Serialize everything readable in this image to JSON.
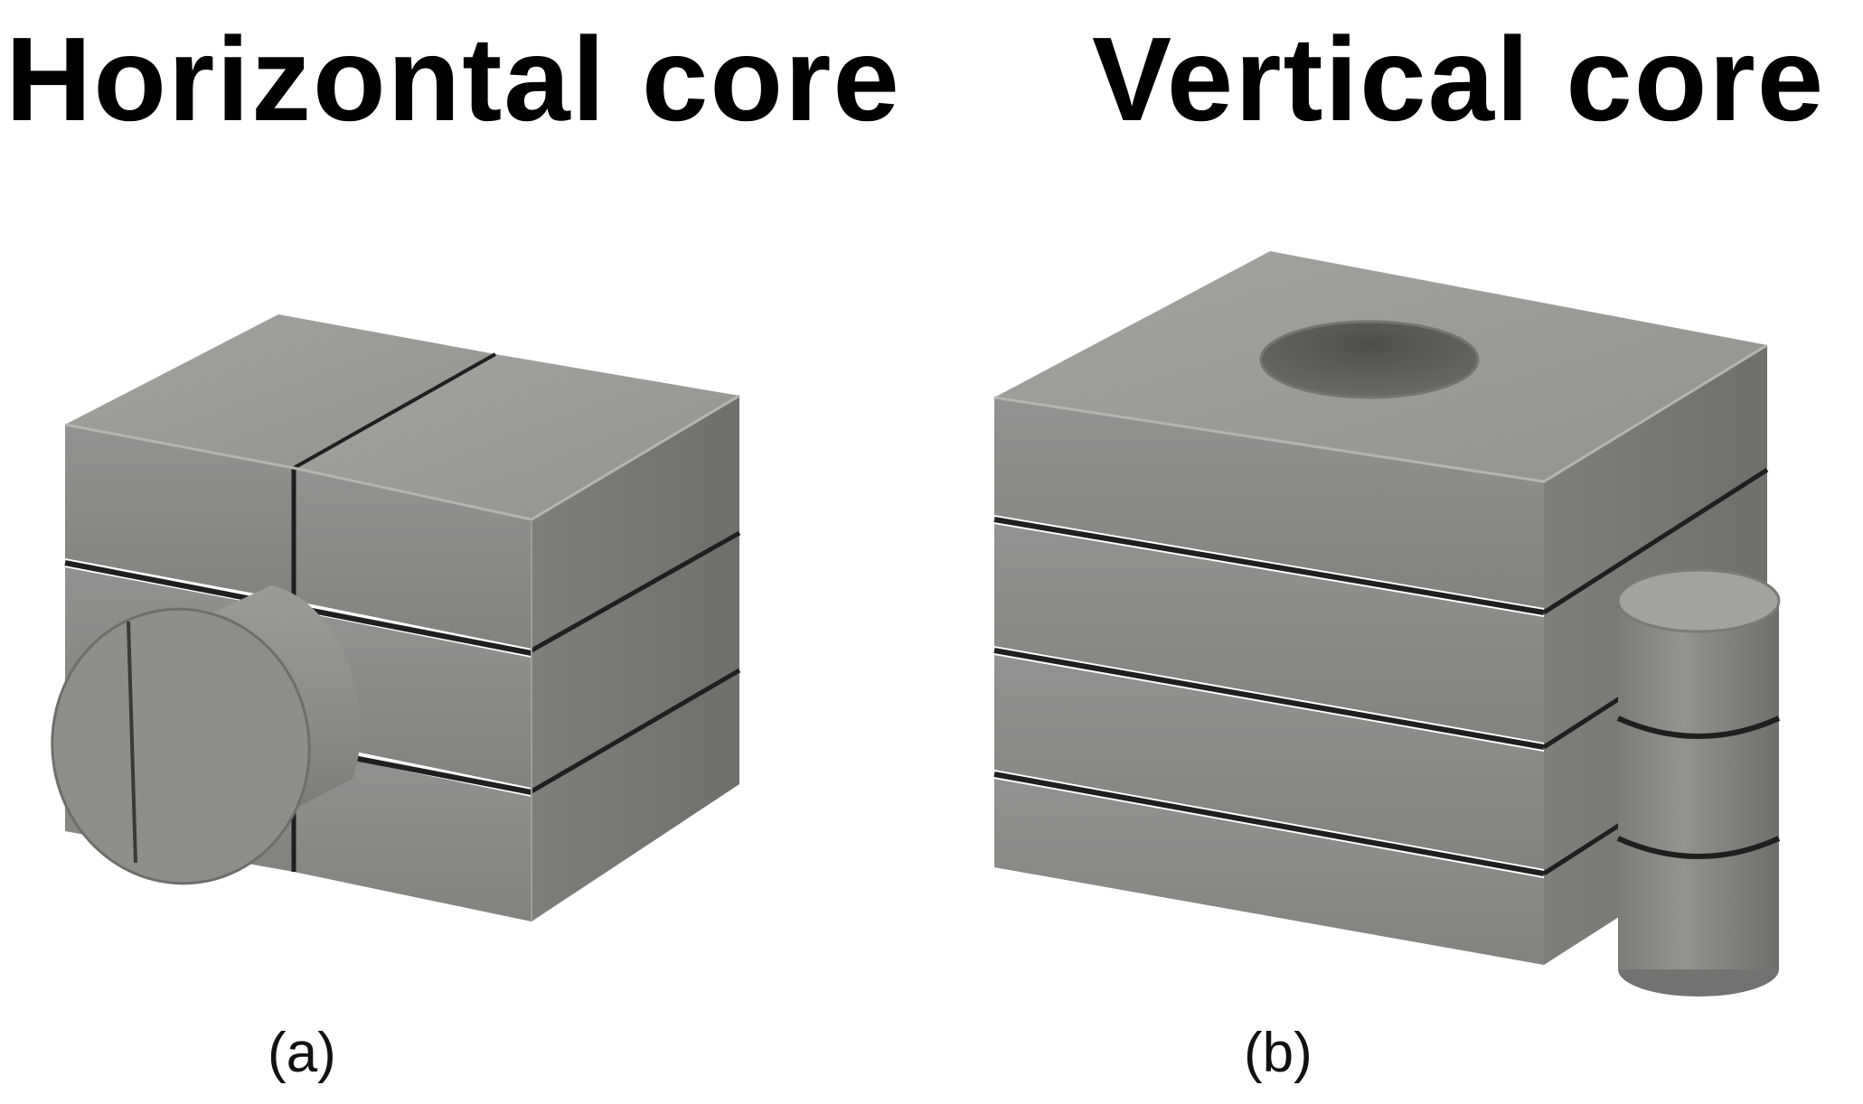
{
  "panels": [
    {
      "title": "Horizontal core",
      "caption": "(a)"
    },
    {
      "title": "Vertical core",
      "caption": "(b)"
    }
  ],
  "colors": {
    "top_face": "#9c9c98",
    "front_face": "#8a8a86",
    "side_face": "#777773",
    "seam": "#1f1f1f",
    "hole": "#5a5a57",
    "background": "#ffffff",
    "text": "#000000"
  }
}
